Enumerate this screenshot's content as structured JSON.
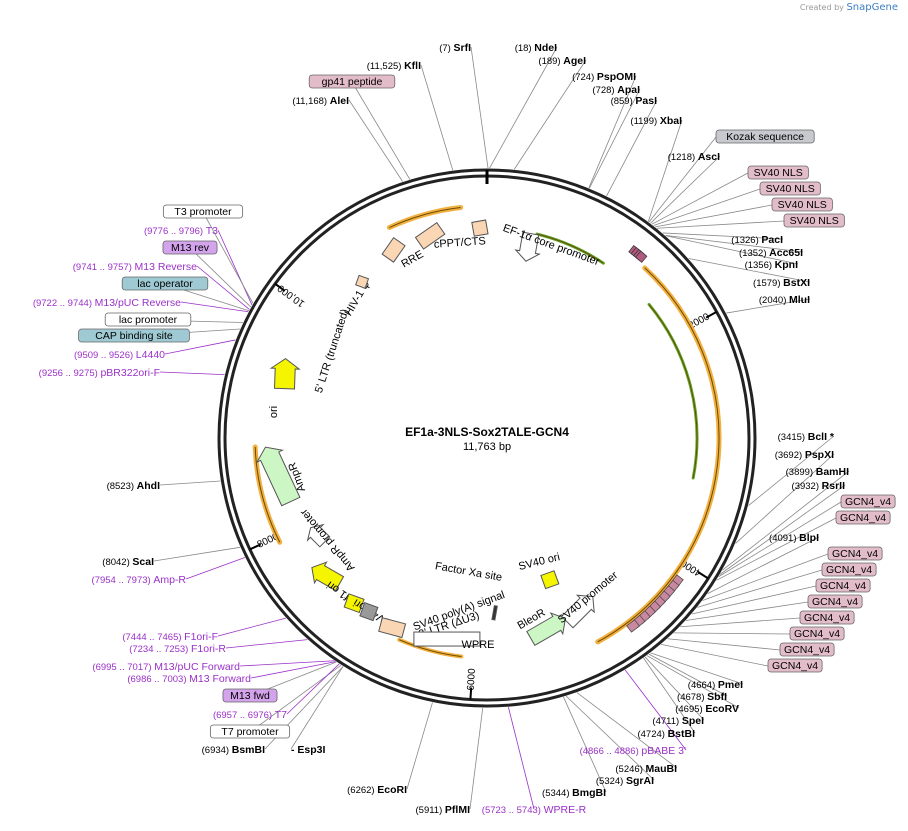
{
  "credit": {
    "prefix": "Created by",
    "brand": "SnapGene"
  },
  "plasmid": {
    "name": "EF1a-3NLS-Sox2TALE-GCN4",
    "size": "11,763 bp",
    "length": 11763
  },
  "ticks": [
    {
      "bp": 2000,
      "label": "2000"
    },
    {
      "bp": 4000,
      "label": "4000"
    },
    {
      "bp": 6000,
      "label": "6000"
    },
    {
      "bp": 8000,
      "label": "8000"
    },
    {
      "bp": 10000,
      "label": "10,000"
    }
  ],
  "labels": [
    {
      "name": "SrfI",
      "pos": "(7)",
      "kind": "enzyme"
    },
    {
      "name": "NdeI",
      "pos": "(18)",
      "kind": "enzyme"
    },
    {
      "name": "AgeI",
      "pos": "(189)",
      "kind": "enzyme"
    },
    {
      "name": "PspOMI",
      "pos": "(724)",
      "kind": "enzyme"
    },
    {
      "name": "ApaI",
      "pos": "(728)",
      "kind": "enzyme"
    },
    {
      "name": "PasI",
      "pos": "(859)",
      "kind": "enzyme"
    },
    {
      "name": "XbaI",
      "pos": "(1199)",
      "kind": "enzyme"
    },
    {
      "name": "Kozak sequence",
      "pos": "",
      "kind": "box-gray"
    },
    {
      "name": "AscI",
      "pos": "(1218)",
      "kind": "enzyme"
    },
    {
      "name": "SV40 NLS",
      "pos": "",
      "kind": "box-pink"
    },
    {
      "name": "SV40 NLS",
      "pos": "",
      "kind": "box-pink"
    },
    {
      "name": "SV40 NLS",
      "pos": "",
      "kind": "box-pink"
    },
    {
      "name": "SV40 NLS",
      "pos": "",
      "kind": "box-pink"
    },
    {
      "name": "PacI",
      "pos": "(1326)",
      "kind": "enzyme"
    },
    {
      "name": "Acc65I",
      "pos": "(1352)",
      "kind": "enzyme"
    },
    {
      "name": "KpnI",
      "pos": "(1356)",
      "kind": "enzyme"
    },
    {
      "name": "BstXI",
      "pos": "(1579)",
      "kind": "enzyme"
    },
    {
      "name": "MluI",
      "pos": "(2040)",
      "kind": "enzyme"
    },
    {
      "name": "BclI *",
      "pos": "(3415)",
      "kind": "enzyme"
    },
    {
      "name": "PspXI",
      "pos": "(3692)",
      "kind": "enzyme"
    },
    {
      "name": "BamHI",
      "pos": "(3899)",
      "kind": "enzyme"
    },
    {
      "name": "RsrII",
      "pos": "(3932)",
      "kind": "enzyme"
    },
    {
      "name": "GCN4_v4",
      "pos": "",
      "kind": "box-pink"
    },
    {
      "name": "GCN4_v4",
      "pos": "",
      "kind": "box-pink"
    },
    {
      "name": "BlpI",
      "pos": "(4091)",
      "kind": "enzyme"
    },
    {
      "name": "GCN4_v4",
      "pos": "",
      "kind": "box-pink"
    },
    {
      "name": "GCN4_v4",
      "pos": "",
      "kind": "box-pink"
    },
    {
      "name": "GCN4_v4",
      "pos": "",
      "kind": "box-pink"
    },
    {
      "name": "GCN4_v4",
      "pos": "",
      "kind": "box-pink"
    },
    {
      "name": "GCN4_v4",
      "pos": "",
      "kind": "box-pink"
    },
    {
      "name": "GCN4_v4",
      "pos": "",
      "kind": "box-pink"
    },
    {
      "name": "GCN4_v4",
      "pos": "",
      "kind": "box-pink"
    },
    {
      "name": "GCN4_v4",
      "pos": "",
      "kind": "box-pink"
    },
    {
      "name": "PmeI",
      "pos": "(4664)",
      "kind": "enzyme"
    },
    {
      "name": "SbfI",
      "pos": "(4678)",
      "kind": "enzyme"
    },
    {
      "name": "EcoRV",
      "pos": "(4695)",
      "kind": "enzyme"
    },
    {
      "name": "SpeI",
      "pos": "(4711)",
      "kind": "enzyme"
    },
    {
      "name": "BstBI",
      "pos": "(4724)",
      "kind": "enzyme"
    },
    {
      "name": "pBABE 3'",
      "pos": "(4866 .. 4886)",
      "kind": "primer"
    },
    {
      "name": "MauBI",
      "pos": "(5246)",
      "kind": "enzyme"
    },
    {
      "name": "SgrAI",
      "pos": "(5324)",
      "kind": "enzyme"
    },
    {
      "name": "BmgBI",
      "pos": "(5344)",
      "kind": "enzyme"
    },
    {
      "name": "WPRE-R",
      "pos": "(5723 .. 5743)",
      "kind": "primer"
    },
    {
      "name": "PflMI",
      "pos": "(5911)",
      "kind": "enzyme"
    },
    {
      "name": "EcoRI",
      "pos": "(6262)",
      "kind": "enzyme"
    },
    {
      "name": "BsmBI",
      "pos": "(6934)",
      "kind": "enzyme"
    },
    {
      "name": "- Esp3I",
      "pos": "",
      "kind": "enzyme"
    },
    {
      "name": "T7 promoter",
      "pos": "",
      "kind": "box-white"
    },
    {
      "name": "T7",
      "pos": "(6957 .. 6976)",
      "kind": "primer"
    },
    {
      "name": "M13 fwd",
      "pos": "",
      "kind": "box-purple"
    },
    {
      "name": "M13 Forward",
      "pos": "(6986 .. 7003)",
      "kind": "primer"
    },
    {
      "name": "M13/pUC Forward",
      "pos": "(6995 .. 7017)",
      "kind": "primer"
    },
    {
      "name": "F1ori-R",
      "pos": "(7234 .. 7253)",
      "kind": "primer"
    },
    {
      "name": "F1ori-F",
      "pos": "(7444 .. 7465)",
      "kind": "primer"
    },
    {
      "name": "Amp-R",
      "pos": "(7954 .. 7973)",
      "kind": "primer"
    },
    {
      "name": "ScaI",
      "pos": "(8042)",
      "kind": "enzyme"
    },
    {
      "name": "AhdI",
      "pos": "(8523)",
      "kind": "enzyme"
    },
    {
      "name": "pBR322ori-F",
      "pos": "(9256 .. 9275)",
      "kind": "primer"
    },
    {
      "name": "L4440",
      "pos": "(9509 .. 9526)",
      "kind": "primer"
    },
    {
      "name": "CAP binding site",
      "pos": "",
      "kind": "box-blue"
    },
    {
      "name": "lac promoter",
      "pos": "",
      "kind": "box-white"
    },
    {
      "name": "M13/pUC Reverse",
      "pos": "(9722 .. 9744)",
      "kind": "primer"
    },
    {
      "name": "lac operator",
      "pos": "",
      "kind": "box-blue"
    },
    {
      "name": "M13 Reverse",
      "pos": "(9741 .. 9757)",
      "kind": "primer"
    },
    {
      "name": "M13 rev",
      "pos": "",
      "kind": "box-purple"
    },
    {
      "name": "T3",
      "pos": "(9776 .. 9796)",
      "kind": "primer"
    },
    {
      "name": "T3 promoter",
      "pos": "",
      "kind": "box-white"
    },
    {
      "name": "AleI",
      "pos": "(11,168)",
      "kind": "enzyme"
    },
    {
      "name": "gp41 peptide",
      "pos": "",
      "kind": "box-pink"
    },
    {
      "name": "KflI",
      "pos": "(11,525)",
      "kind": "enzyme"
    }
  ],
  "features": [
    {
      "name": "EF-1α core promoter"
    },
    {
      "name": "cPPT/CTS"
    },
    {
      "name": "RRE"
    },
    {
      "name": "HIV-1 ψ"
    },
    {
      "name": "5' LTR (truncated)"
    },
    {
      "name": "ori"
    },
    {
      "name": "AmpR"
    },
    {
      "name": "AmpR promoter"
    },
    {
      "name": "f1 ori"
    },
    {
      "name": "SV40 ori"
    },
    {
      "name": "SV40 poly(A) signal"
    },
    {
      "name": "3' LTR (ΔU3)"
    },
    {
      "name": "WPRE"
    },
    {
      "name": "Factor Xa site"
    },
    {
      "name": "SV40 ori"
    },
    {
      "name": "BleoR"
    },
    {
      "name": "SV40 promoter"
    }
  ],
  "colors": {
    "enzyme": "#000000",
    "primer": "#9b30c8",
    "box_pink": "#e3bcc9",
    "box_gray": "#c7c9cf",
    "box_purple": "#d3a3ec",
    "box_blue": "#9fcad3",
    "box_white": "#ffffff",
    "orange_arc": "#f2b040",
    "green_arc": "#60a82a",
    "yellow": "#f5f500",
    "peach": "#fbd6b4",
    "lightgreen": "#cdf6c5"
  }
}
